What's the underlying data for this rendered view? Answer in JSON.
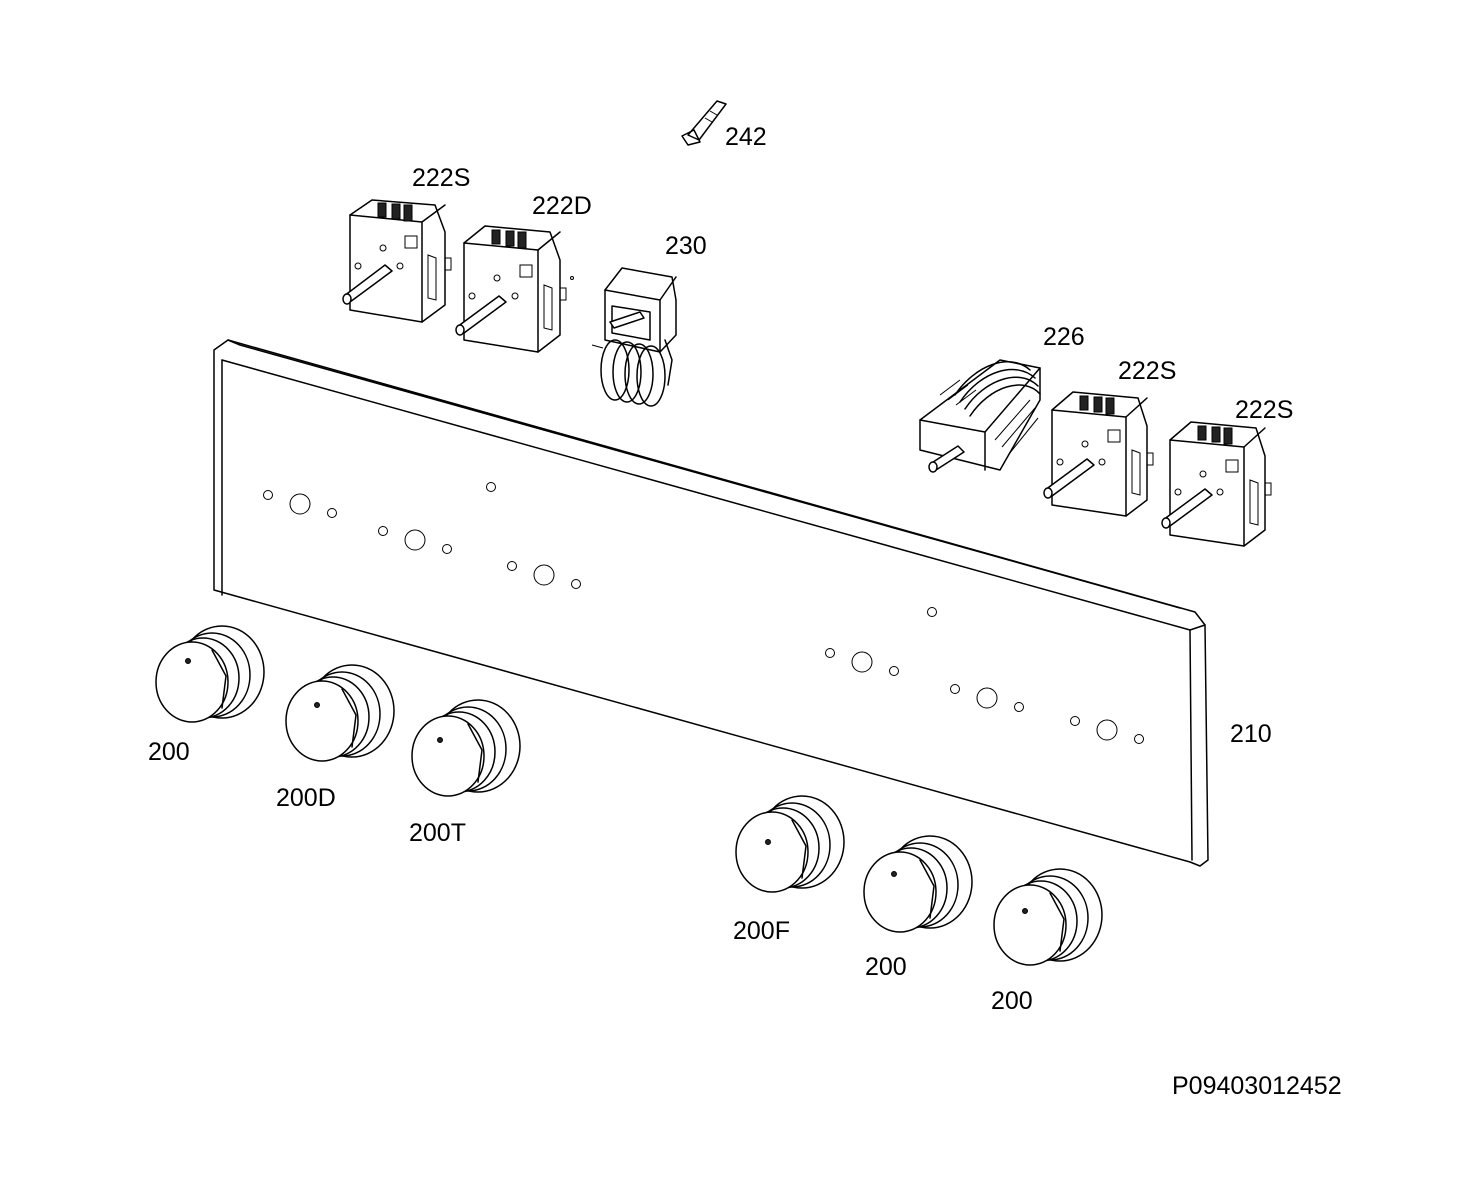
{
  "labels": {
    "l242": "242",
    "l222s_a": "222S",
    "l222d": "222D",
    "l230": "230",
    "l226": "226",
    "l222s_b": "222S",
    "l222s_c": "222S",
    "l210": "210",
    "l200_a": "200",
    "l200d": "200D",
    "l200t": "200T",
    "l200f": "200F",
    "l200_b": "200",
    "l200_c": "200"
  },
  "drawing_number": "P09403012452"
}
